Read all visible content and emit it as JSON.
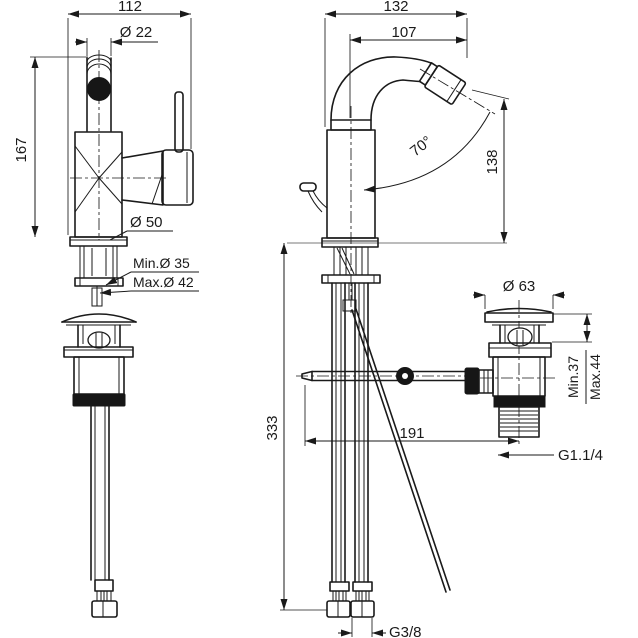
{
  "page": {
    "background": "#ffffff"
  },
  "drawing": {
    "line_color": "#1a1a1a",
    "deck_line_color": "#a6a6a6",
    "front_view": {
      "overall_width": "112",
      "spout_diameter": "Ø 22",
      "overall_height": "167",
      "base_diameter": "Ø 50",
      "hole_min": "Min.Ø 35",
      "hole_max": "Max.Ø 42"
    },
    "side_view": {
      "overall_depth": "132",
      "spout_reach": "107",
      "spout_angle": "70°",
      "spout_height": "138",
      "waste_diameter": "Ø 63",
      "counter_min": "Min.37",
      "counter_max": "Max.44",
      "hose_length": "333",
      "waste_offset": "191",
      "waste_thread": "G1.1/4",
      "supply_thread": "G3/8"
    }
  }
}
